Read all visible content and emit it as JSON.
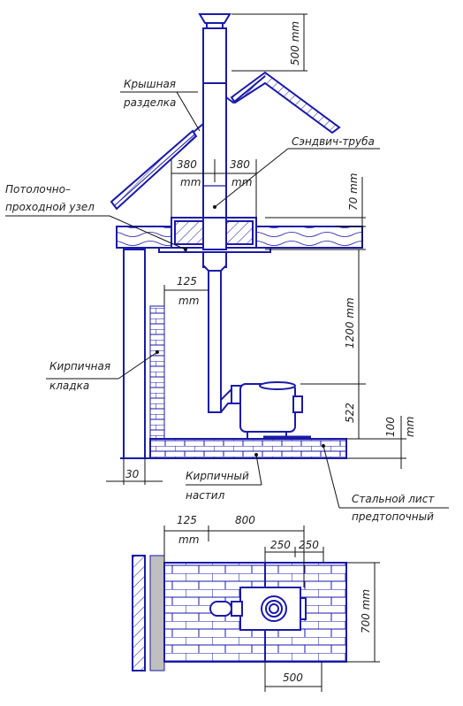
{
  "labels": {
    "roof_cut": [
      "Крышная",
      "разделка"
    ],
    "sandwich_pipe": "Сэндвич-труба",
    "ceiling_unit": [
      "Потолочно–",
      "проходной узел"
    ],
    "brick_wall": [
      "Кирпичная",
      "кладка"
    ],
    "brick_floor": [
      "Кирпичный",
      "настил"
    ],
    "steel_sheet": [
      "Стальной лист",
      "предтопочный"
    ]
  },
  "dims": {
    "top_500": "500 mm",
    "left_380": "380",
    "left_380_mm": "mm",
    "right_380": "380",
    "right_380_mm": "mm",
    "d70": "70 mm",
    "d125": "125",
    "d125_mm": "mm",
    "d1200": "1200 mm",
    "d522": "522",
    "d100": "100",
    "d100_mm": "mm",
    "d30": "30",
    "plan_125": "125",
    "plan_125_mm": "mm",
    "plan_800": "800",
    "plan_250a": "250",
    "plan_250b": "250",
    "plan_700": "700 mm",
    "plan_500": "500"
  },
  "colors": {
    "line": "#1a1aa8",
    "dim": "#111111",
    "hatch": "#1a1aa8",
    "grey": "#bfbfbf"
  }
}
